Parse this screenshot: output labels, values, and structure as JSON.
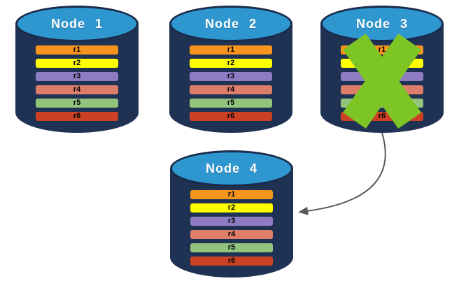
{
  "diagram_description": "Database replication failover: replicas r1-r6 on four nodes; Node 3 failed (green X) and its data set is recreated on new Node 4 (gray curved arrow).",
  "colors": {
    "navy": "#1F3254",
    "navy-dark": "#1A2B4B",
    "top-blue": "#2F97D0",
    "x-green": "#7DC425",
    "arrow-gray": "#595959"
  },
  "palette": [
    "#F7941E",
    "#FFFF00",
    "#8E7CC3",
    "#DD7E6B",
    "#93C47D",
    "#CC4125"
  ],
  "icons": {
    "failure": "x-cross-icon"
  },
  "nodes": [
    {
      "title": "Node 1",
      "failed": false,
      "rows": [
        "r1",
        "r2",
        "r3",
        "r4",
        "r5",
        "r6"
      ]
    },
    {
      "title": "Node 2",
      "failed": false,
      "rows": [
        "r1",
        "r2",
        "r3",
        "r4",
        "r5",
        "r6"
      ]
    },
    {
      "title": "Node 3",
      "failed": true,
      "rows": [
        "r1",
        "r2",
        "r3",
        "r4",
        "r5",
        "r6"
      ]
    },
    {
      "title": "Node 4",
      "failed": false,
      "rows": [
        "r1",
        "r2",
        "r3",
        "r4",
        "r5",
        "r6"
      ]
    }
  ]
}
